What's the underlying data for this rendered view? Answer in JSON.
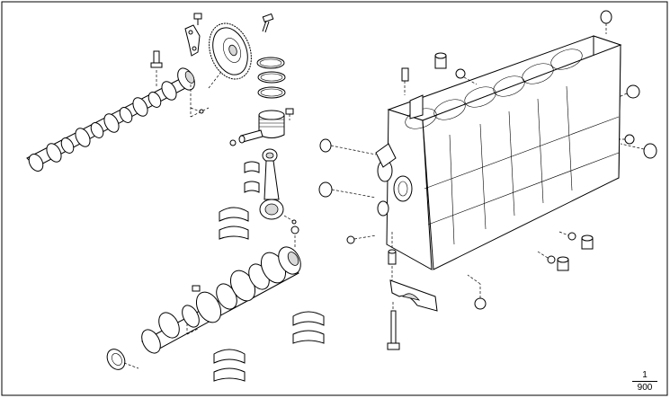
{
  "page_number": {
    "sheet": "1",
    "total": "900"
  },
  "parts": [
    "camshaft-bolt",
    "camshaft",
    "timing-gear",
    "gear-bolt",
    "gear-bracket",
    "piston-rings",
    "piston",
    "piston-pin",
    "connecting-rod",
    "rod-bearing-shells",
    "crankshaft",
    "rear-oil-seal",
    "main-bearing-shells",
    "thrust-washers",
    "engine-block",
    "core-plugs",
    "main-bearing-cap",
    "cap-bolt",
    "drain-plugs"
  ]
}
